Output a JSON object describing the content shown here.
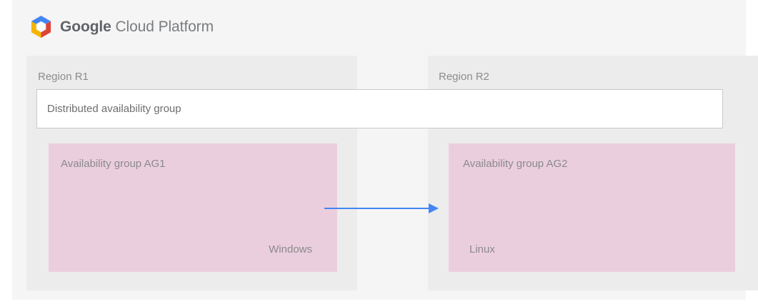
{
  "brand": {
    "logo_icon": "google-cloud-platform-hexagon-logo",
    "name_bold": "Google",
    "name_rest": " Cloud Platform",
    "logo_colors": {
      "blue": "#4285F4",
      "red": "#DB4437",
      "yellow": "#F4B400",
      "center": "#FFFFFF"
    }
  },
  "diagram": {
    "background": "#f5f5f5",
    "region_background": "#ececec",
    "group_background": "#ebcede",
    "text_color": "#8a8a8a",
    "regions": [
      {
        "id": "r1",
        "label": "Region R1",
        "group": {
          "title": "Availability group AG1",
          "os": "Windows"
        }
      },
      {
        "id": "r2",
        "label": "Region R2",
        "group": {
          "title": "Availability group AG2",
          "os": "Linux"
        }
      }
    ],
    "distributed_group": {
      "label": "Distributed availability group",
      "background": "#ffffff",
      "border_color": "#c8c8c8"
    },
    "arrow": {
      "icon": "right-arrow-icon",
      "color": "#4285F4",
      "direction": "left-to-right"
    }
  }
}
